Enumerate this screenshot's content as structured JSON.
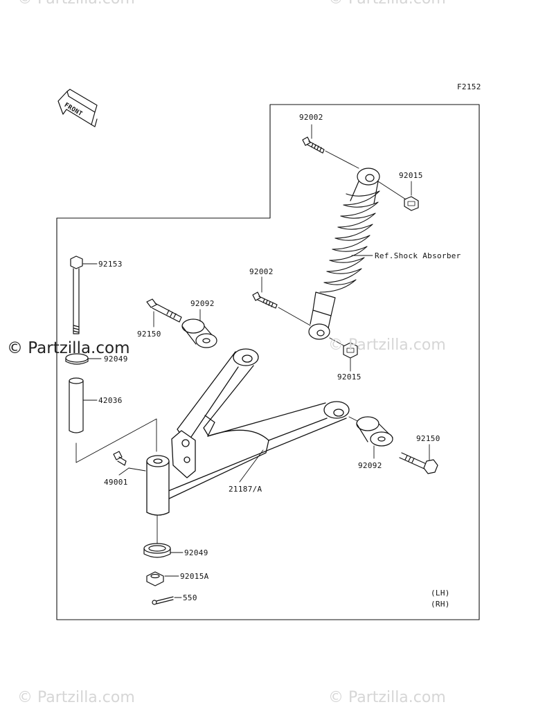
{
  "diagram": {
    "code": "F2152",
    "front_label": "FRONT",
    "parts": {
      "bolt_upper_shock": "92002",
      "nut_upper_shock": "92015",
      "shock_ref": "Ref.Shock Absorber",
      "bolt_lower_shock": "92002",
      "nut_lower_shock": "92015",
      "bolt_kingpin": "92153",
      "bushing_front": "92092",
      "bolt_front": "92150",
      "seal_upper": "92049",
      "sleeve": "42036",
      "grease_nipple": "49001",
      "arm": "21187/A",
      "bushing_rear": "92092",
      "bolt_rear": "92150",
      "seal_lower": "92049",
      "nut_lower": "92015A",
      "cotter_pin": "550"
    },
    "side_notes": [
      "(LH)",
      "(RH)"
    ]
  },
  "watermarks": {
    "top_left": "© Partzilla.com",
    "top_right": "© Partzilla.com",
    "left_bold": "© Partzilla.com",
    "mid_right": "© Partzilla.com",
    "bottom_left": "© Partzilla.com",
    "bottom_right": "© Partzilla.com"
  }
}
